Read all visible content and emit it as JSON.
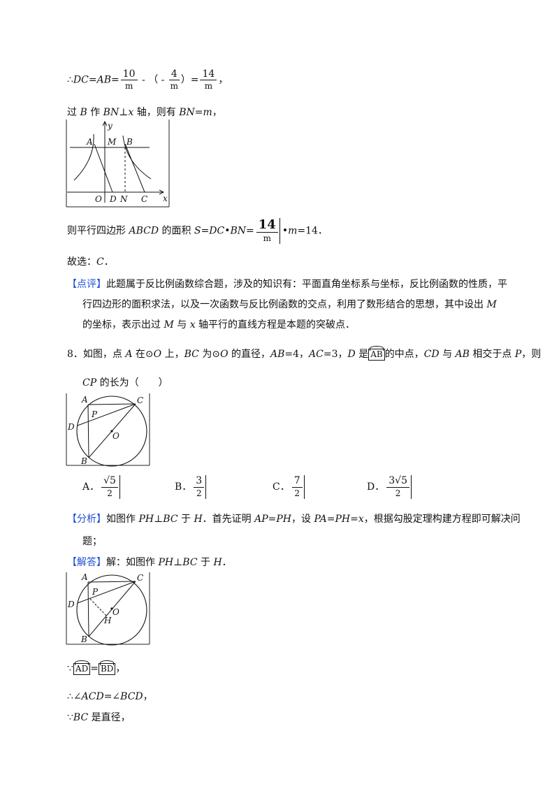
{
  "sol7": {
    "line1": {
      "prefix": "∴",
      "dc": "DC",
      "eq1": "=",
      "ab": "AB",
      "eq2": "=",
      "f1_num": "10",
      "f1_den": "m",
      "op": " - （ - ",
      "f2_num": "4",
      "f2_den": "m",
      "close": "）=",
      "f3_num": "14",
      "f3_den": "m",
      "end": "，"
    },
    "line2": {
      "t1": "过 ",
      "b": "B",
      "t2": " 作 ",
      "bn": "BN",
      "t3": "⊥",
      "x": "x",
      "t4": " 轴，则有 ",
      "bn2": "BN",
      "t5": "=",
      "m": "m",
      "t6": "，"
    },
    "graph_labels": {
      "y": "y",
      "x": "x",
      "A": "A",
      "M": "M",
      "B": "B",
      "O": "O",
      "D": "D",
      "N": "N",
      "C": "C"
    },
    "line3": {
      "t1": "则平行四边形 ",
      "abcd": "ABCD",
      "t2": " 的面积 ",
      "s": "S",
      "t3": "=",
      "dc": "DC",
      "t4": "•",
      "bn": "BN",
      "t5": "=",
      "f_num": "14",
      "f_den": "m",
      "t6": "•",
      "m": "m",
      "t7": "=14．"
    },
    "choose": {
      "t1": "故选：",
      "c": "C",
      "t2": "．"
    },
    "review": {
      "tag": "【点评】",
      "l1": "此题属于反比例函数综合题，涉及的知识有：平面直角坐标系与坐标，反比例函数的性质，平",
      "l2a": "行四边形的面积求法，以及一次函数与反比例函数的交点，利用了数形结合的思想，其中设出 ",
      "l2m": "M",
      "l3a": "的坐标，表示出过 ",
      "l3m": "M",
      "l3b": " 与 ",
      "l3x": "x",
      "l3c": " 轴平行的直线方程是本题的突破点．"
    }
  },
  "q8": {
    "stem1": {
      "t1": "8．如图，点 ",
      "a": "A",
      "t2": " 在⊙",
      "o1": "O",
      "t3": " 上，",
      "bc": "BC",
      "t4": " 为⊙",
      "o2": "O",
      "t5": " 的直径，",
      "ab": "AB",
      "t6": "=4，",
      "ac": "AC",
      "t7": "=3，",
      "d": "D",
      "t8": " 是",
      "arc": "AB",
      "t9": "的中点，",
      "cd": "CD",
      "t10": " 与 ",
      "ab2": "AB",
      "t11": " 相交于点 ",
      "p": "P",
      "t12": "，则"
    },
    "stem2": {
      "cp": "CP",
      "t1": " 的长为（　　）"
    },
    "fig_labels": {
      "A": "A",
      "C": "C",
      "P": "P",
      "D": "D",
      "O": "O",
      "B": "B",
      "H": "H"
    },
    "options": [
      {
        "label": "A．",
        "num": "√5",
        "den": "2"
      },
      {
        "label": "B．",
        "num": "3",
        "den": "2"
      },
      {
        "label": "C．",
        "num": "7",
        "den": "2"
      },
      {
        "label": "D．",
        "num": "3√5",
        "den": "2"
      }
    ],
    "analysis": {
      "tag": "【分析】",
      "t1": "如图作 ",
      "ph": "PH",
      "t2": "⊥",
      "bc": "BC",
      "t3": " 于 ",
      "h": "H",
      "t4": "．首先证明 ",
      "ap": "AP",
      "t5": "=",
      "ph2": "PH",
      "t6": "，设 ",
      "pa": "PA",
      "t7": "=",
      "ph3": "PH",
      "t8": "=",
      "x": "x",
      "t9": "，根据勾股定理构建方程即可解决问",
      "l2": "题；"
    },
    "solution": {
      "tag": "【解答】",
      "t1": "解：如图作 ",
      "ph": "PH",
      "t2": "⊥",
      "bc": "BC",
      "t3": " 于 ",
      "h": "H",
      "t4": "．"
    },
    "step1": {
      "t1": "∵",
      "arc1": "AD",
      "t2": "=",
      "arc2": "BD",
      "t3": "，"
    },
    "step2": {
      "t1": "∴∠",
      "acd": "ACD",
      "t2": "=∠",
      "bcd": "BCD",
      "t3": "，"
    },
    "step3": {
      "t1": "∵",
      "bc": "BC",
      "t2": " 是直径，"
    }
  }
}
